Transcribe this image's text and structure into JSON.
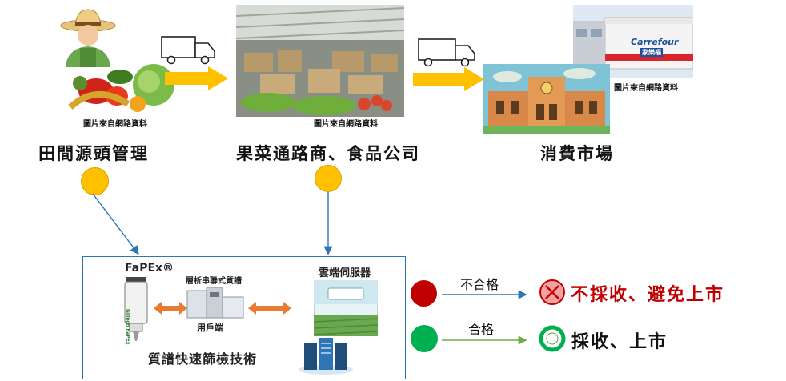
{
  "stages": {
    "farm": {
      "label": "田間源頭管理",
      "source_note": "圖片來自網路資料"
    },
    "distributor": {
      "label": "果菜通路商、食品公司",
      "source_note": "圖片來自網路資料"
    },
    "market": {
      "label": "消費市場",
      "source_note": "圖片來自網路資料"
    }
  },
  "tech_box": {
    "device_label": "FaPEx®",
    "device_text": "GITech FaPEx",
    "ms_label": "層析串聯式質譜",
    "user_label": "用戶端",
    "cloud_label": "雲端伺服器",
    "store_logo": "Carrefour",
    "store_name": "家樂福",
    "title": "質譜快速篩檢技術"
  },
  "outcomes": {
    "fail": {
      "condition": "不合格",
      "result": "不採收、避免上市",
      "color": "#c00000"
    },
    "pass": {
      "condition": "合格",
      "result": "採收、上市",
      "color": "#111111"
    }
  },
  "colors": {
    "node": "#ffc000",
    "arrow": "#ffc000",
    "flow": "#2e75b6",
    "fail_dot": "#c00000",
    "pass_dot": "#00b050"
  }
}
